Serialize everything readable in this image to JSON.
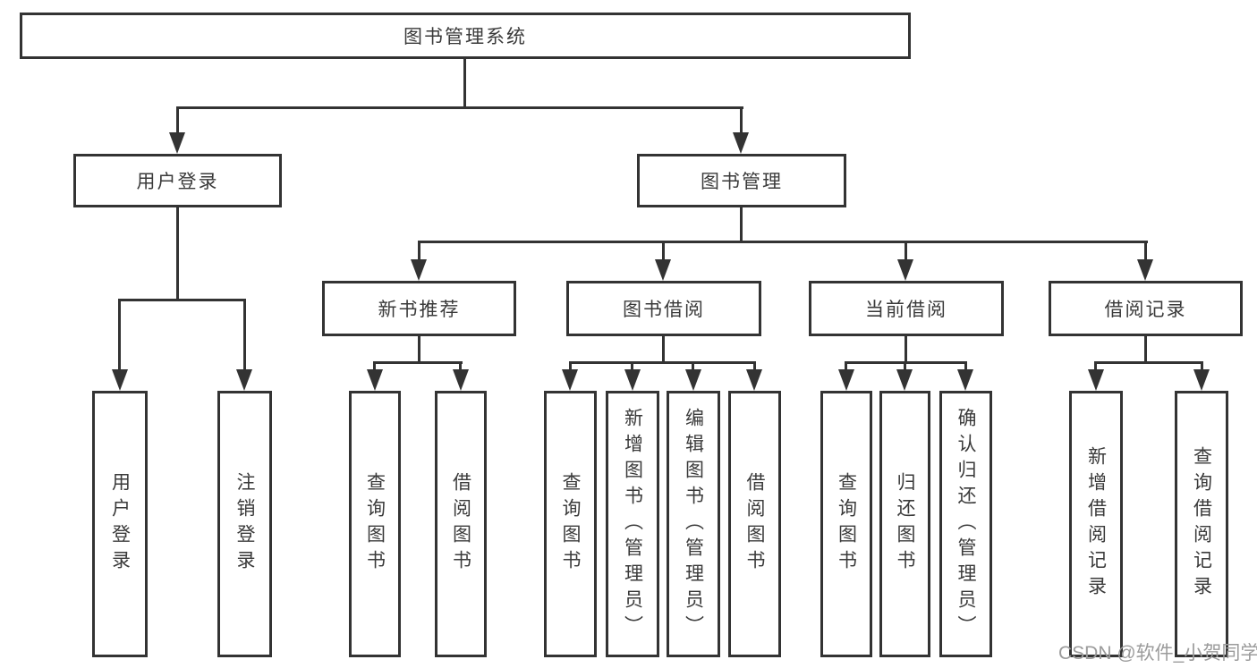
{
  "nodes": {
    "root": "图书管理系统",
    "user_login": "用户登录",
    "book_mgmt": "图书管理",
    "new_book_rec": "新书推荐",
    "book_borrow": "图书借阅",
    "current_borrow": "当前借阅",
    "borrow_records": "借阅记录",
    "ul_user_login": "用户登录",
    "ul_logout": "注销登录",
    "nr_query_book": "查询图书",
    "nr_borrow_book": "借阅图书",
    "bb_query_book": "查询图书",
    "bb_add_book": "新增图书（管理员）",
    "bb_edit_book": "编辑图书（管理员）",
    "bb_borrow_book": "借阅图书",
    "cb_query_book": "查询图书",
    "cb_return_book": "归还图书",
    "cb_confirm_return": "确认归还（管理员）",
    "br_add_record": "新增借阅记录",
    "br_query_record": "查询借阅记录"
  },
  "watermark": "CSDN @软件_小贺同学",
  "colors": {
    "line": "#333333",
    "text": "#3a3a3a",
    "watermark": "#9b9b9b",
    "background": "#ffffff"
  }
}
